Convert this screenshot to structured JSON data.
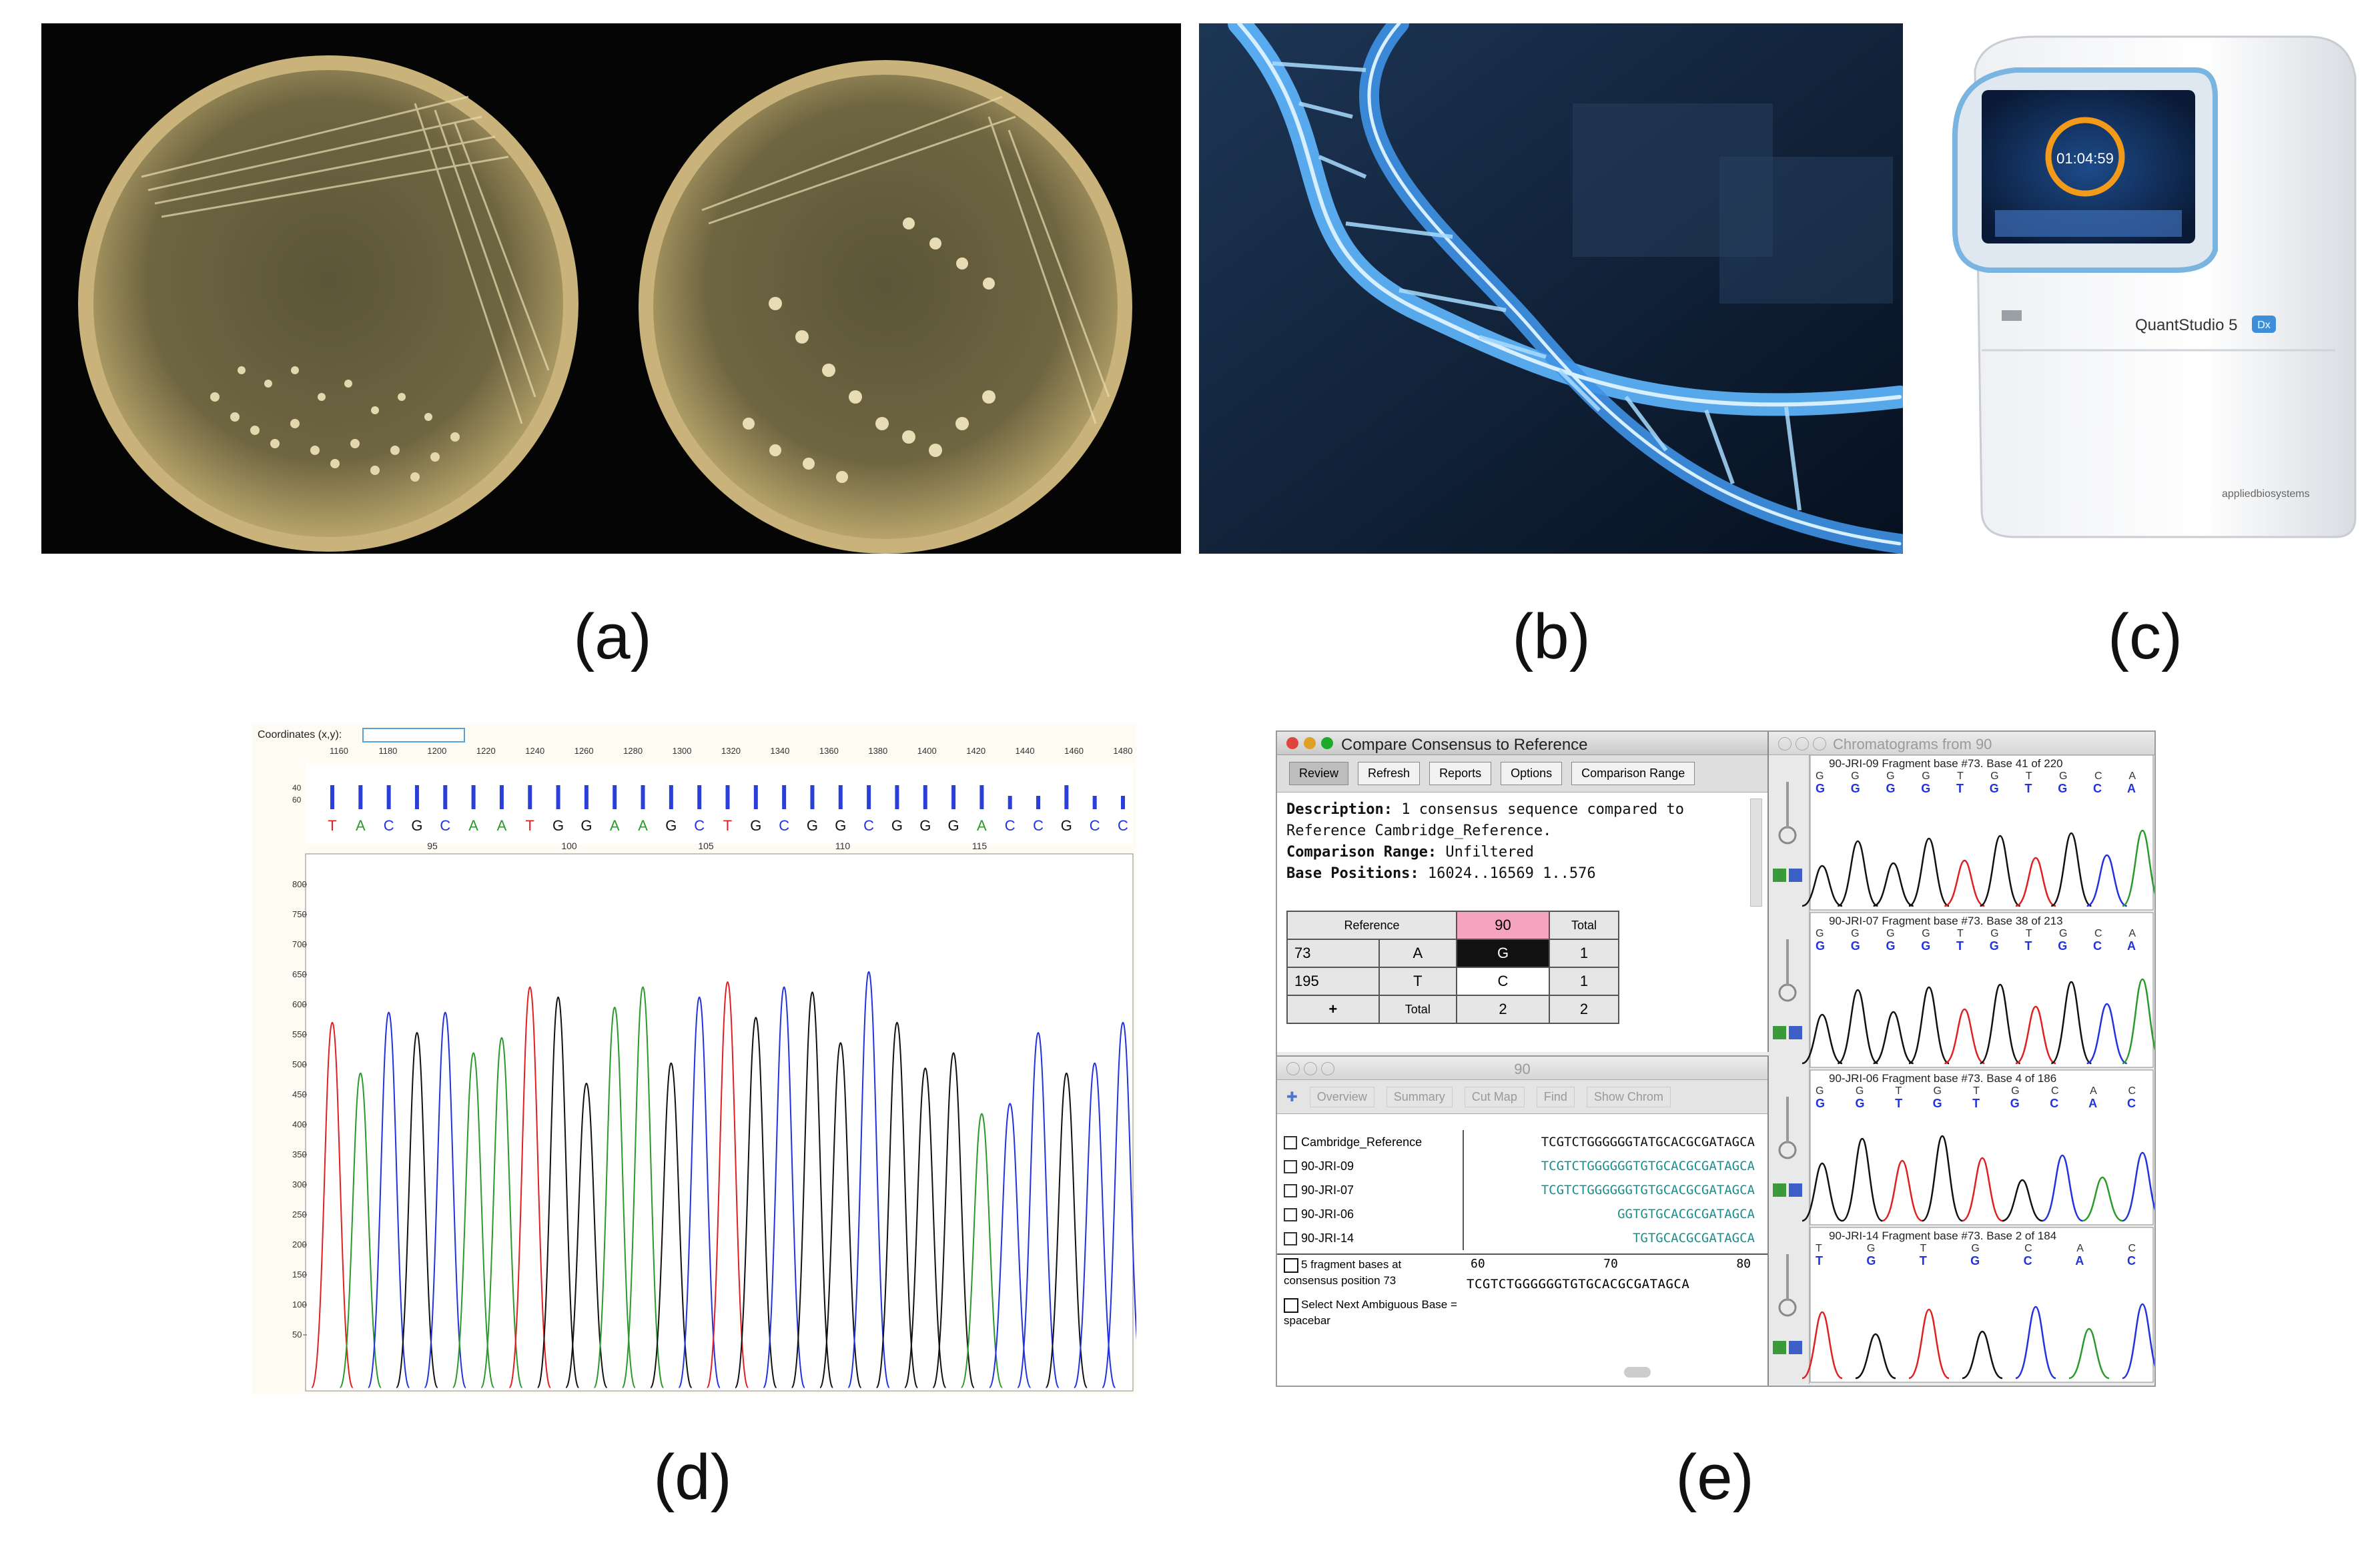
{
  "captions": [
    "(a)",
    "(b)",
    "(c)",
    "(d)",
    "(e)"
  ],
  "device": {
    "brand": "QuantStudio 5",
    "badge": "Dx",
    "maker": "appliedbiosystems",
    "screen_time": "01:04:59"
  },
  "chromatogram_d": {
    "coord_label": "Coordinates (x,y):",
    "top_ticks": [
      "1160",
      "1180",
      "1200",
      "1220",
      "1240",
      "1260",
      "1280",
      "1300",
      "1320",
      "1340",
      "1360",
      "1380",
      "1400",
      "1420",
      "1440",
      "1460",
      "1480"
    ],
    "bases": [
      "T",
      "A",
      "C",
      "G",
      "C",
      "A",
      "A",
      "T",
      "G",
      "G",
      "A",
      "A",
      "G",
      "C",
      "T",
      "G",
      "C",
      "G",
      "G",
      "C",
      "G",
      "G",
      "G",
      "A",
      "C",
      "C",
      "G",
      "C",
      "C"
    ],
    "pos_ticks": [
      "95",
      "100",
      "105",
      "110",
      "115"
    ],
    "y_ticks": [
      "800",
      "750",
      "700",
      "650",
      "600",
      "550",
      "500",
      "450",
      "400",
      "350",
      "300",
      "250",
      "200",
      "150",
      "100",
      "50"
    ],
    "left_ticks": [
      "40",
      "60"
    ]
  },
  "window_main": {
    "title": "Compare Consensus to Reference",
    "tabs": [
      "Review",
      "Refresh",
      "Reports",
      "Options",
      "Comparison Range"
    ],
    "desc_label": "Description:",
    "desc_text": " 1 consensus sequence compared to Reference Cambridge_Reference.",
    "range_label": "Comparison Range:",
    "range_value": " Unfiltered",
    "base_label": "Base Positions:",
    "base_value": " 16024..16569 1..576",
    "table": {
      "h_ref": "Reference",
      "h_90": "90",
      "h_total": "Total",
      "rows": [
        [
          "73",
          "A",
          "G",
          "1"
        ],
        [
          "195",
          "T",
          "C",
          "1"
        ]
      ],
      "plus": "+",
      "total_label": "Total",
      "total_90": "2",
      "total_all": "2"
    }
  },
  "window_90": {
    "title": "90",
    "tabs": [
      "Overview",
      "Summary",
      "Cut Map",
      "Find",
      "Show Chrom"
    ],
    "seqs": [
      {
        "name": "Cambridge_Reference",
        "seq": "TCGTCTGGGGGGTATGCACGCGATAGCA"
      },
      {
        "name": "90-JRI-09",
        "seq": "TCGTCTGGGGGGTGTGCACGCGATAGCA"
      },
      {
        "name": "90-JRI-07",
        "seq": "TCGTCTGGGGGGTGTGCACGCGATAGCA"
      },
      {
        "name": "90-JRI-06",
        "seq": "GGTGTGCACGCGATAGCA"
      },
      {
        "name": "90-JRI-14",
        "seq": "TGTGCACGCGATAGCA"
      }
    ],
    "ruler": [
      "60",
      "70",
      "80"
    ],
    "consensus": "TCGTCTGGGGGGTGTGCACGCGATAGCA",
    "note1": "5 fragment bases at consensus position 73",
    "note2": "Select Next Ambiguous Base = spacebar"
  },
  "window_chrom": {
    "title": "Chromatograms from 90",
    "tracks": [
      {
        "label": "90-JRI-09 Fragment base #73. Base 41 of 220",
        "top": "G G G G T G T G C A",
        "bot": "G G G G T G T G C A"
      },
      {
        "label": "90-JRI-07 Fragment base #73. Base 38 of 213",
        "top": "G G G G T G T G C A",
        "bot": "G G G G T G T G C A"
      },
      {
        "label": "90-JRI-06 Fragment base #73. Base 4 of 186",
        "top": "G G T G T G C A C",
        "bot": "G G T G T G C A C"
      },
      {
        "label": "90-JRI-14 Fragment base #73. Base 2 of 184",
        "top": "T G T G C A C",
        "bot": "T G T G C A C"
      }
    ]
  }
}
